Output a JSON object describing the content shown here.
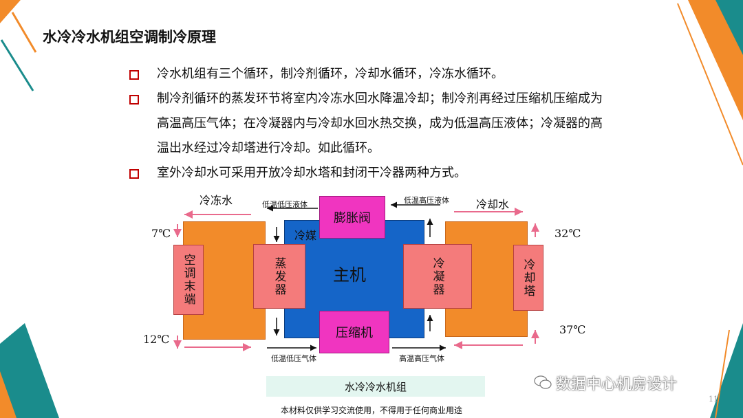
{
  "slide": {
    "title": "水冷冷水机组空调制冷原理",
    "bullets": [
      "冷水机组有三个循环，制冷剂循环，冷却水循环，冷冻水循环。",
      "制冷剂循环的蒸发环节将室内冷冻水回水降温冷却；制冷剂再经过压缩机压缩成为高温高压气体；在冷凝器内与冷却水回水热交换，成为低温高压液体；冷凝器的高温出水经过冷却塔进行冷却。如此循环。",
      "室外冷却水可采用开放冷却水塔和封闭干冷器两种方式。"
    ],
    "footer": "本材料仅供学习交流使用，不得用于任何商业用途",
    "page_number": "11",
    "watermark": "数据中心机房设计"
  },
  "diagram": {
    "chilled_water_label": "冷冻水",
    "cooling_water_label": "冷却水",
    "refrigerant_label": "冷媒",
    "main_unit": "主机",
    "expansion_valve": "膨胀阀",
    "compressor": "压缩机",
    "evaporator": "蒸发器",
    "condenser": "冷凝器",
    "air_terminal": "空调末端",
    "cooling_tower": "冷却塔",
    "low_temp_low_pressure_liquid": "低温低压液体",
    "low_temp_high_pressure_liquid": "低温高压液体",
    "low_temp_low_pressure_gas": "低温低压气体",
    "high_temp_high_pressure_gas": "高温高压气体",
    "temp_chilled_supply": "7℃",
    "temp_chilled_return": "12℃",
    "temp_cooling_supply": "32℃",
    "temp_cooling_return": "37℃",
    "caption": "水冷冷水机组"
  },
  "colors": {
    "accent_orange": "#f28b2a",
    "accent_teal": "#1a8c8c",
    "bullet_red": "#c00000",
    "pink": "#f47b7b",
    "blue": "#1565c8",
    "magenta": "#f035c0"
  },
  "icons": [
    "checkbox-bullet-icon",
    "wechat-icon",
    "arrow-icon"
  ]
}
